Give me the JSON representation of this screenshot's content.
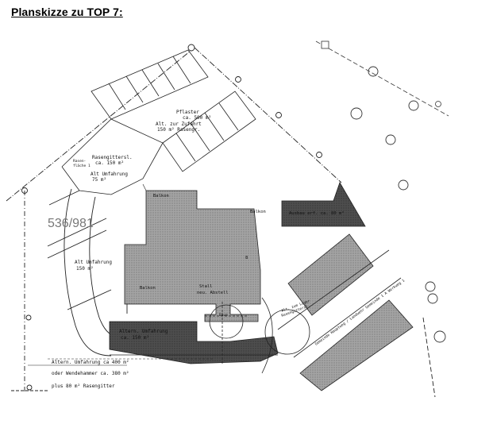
{
  "title": "Planskizze zu TOP 7:",
  "plan": {
    "parcel_number": "536/981",
    "labels": {
      "pflaster": "Pflaster",
      "pflaster_area": "ca. 500 m²",
      "alt_zufahrt": "Alt. zur Zufahrt",
      "alt_zufahrt_area": "150 m² Rasengr.",
      "rasengitter": "Rasengittersl.",
      "rasengitter_area": "ca. 150 m²",
      "alt_umfahrung_top": "Alt Umfahrung",
      "alt_umfahrung_top_area": "75 m²",
      "alt_umfahrung_left": "Alt Umfahrung",
      "alt_umfahrung_left_area": "150 m²",
      "altern_umfahrung": "Altern. Umfahrung",
      "altern_umfahrung_area": "ca. 150 m²",
      "bottom_line1": "Altern. Umfahrung ca 400 m²",
      "bottom_line2": "oder Wendehammer ca. 380 m²",
      "bottom_line3": "plus 80 m² Rasengitter",
      "right_block": "Ausbau erf. ca. 80 m²",
      "small_label": "Alt. zum Lager Rasengittersl."
    }
  },
  "colors": {
    "building_fill": "#9a9a9a",
    "dark_fill": "#4a4a4a",
    "right_buildings": "#8c8c8c",
    "line": "#222222"
  }
}
